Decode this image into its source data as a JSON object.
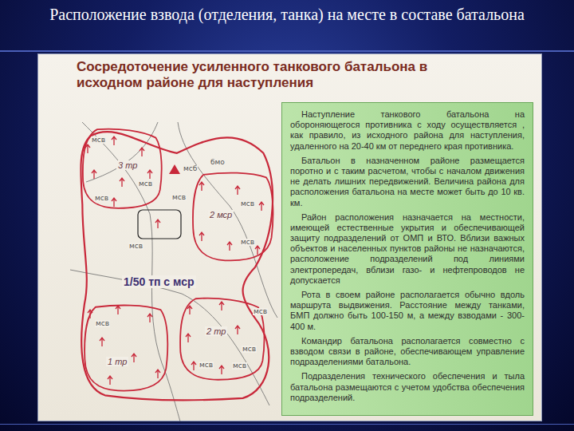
{
  "diagram": {
    "title": "Расположение взвода (отделения, танка) на месте в составе батальона",
    "nodes": [
      {
        "text": [
          "Сосредоточение усиленного танкового батальона в исходном районе для наступления"
        ]
      },
      {
        "text": [
          "1/50 тп с мср"
        ],
        "in": 0
      },
      {
        "text": [
          "3 тр"
        ],
        "in": 1
      },
      {
        "text": [
          "2 мср"
        ],
        "in": 1
      },
      {
        "text": [
          "2 тр"
        ],
        "in": 1
      },
      {
        "text": [
          "1 тр"
        ],
        "in": 1
      },
      {
        "text": [
          "Наступление танкового батальона на обороняющегося противника с ходу осуществляется , как правило, из исходного района для наступления, удаленного на 20-40 км от переднего края противника.",
          "Батальон в назначенном районе размещается поротно и с таким расчетом, чтобы с началом движения не делать лишних передвижений. Величина района для расположения батальона на месте может быть до 10 кв. км.",
          "Район расположения назначается на местности, имеющей естественные укрытия и обеспечивающей защиту подразделений от ОМП и ВТО. Вблизи важных объектов и населенных пунктов районы не назначаются, расположение подразделений под линиями электропередач, вблизи газо- и нефтепроводов не допускается",
          "Рота в своем районе располагается обычно вдоль маршрута выдвижения. Расстояние между танками, БМП должно быть 100-150 м, а между взводами - 300-400 м.",
          "Командир батальона располагается совместно с взводом связи в районе, обеспечивающем управление подразделениями батальона.",
          "Подразделения технического обеспечения и тыла батальона размещаются с учетом удобства обеспечения подразделений."
        ],
        "in": 0
      }
    ],
    "labels": [
      "мсв",
      "мсб",
      "бмо",
      "мсв",
      "мсв",
      "мсв",
      "мсв",
      "мсв",
      "мсв",
      "мсв",
      "мсв",
      "мсв",
      "мсв",
      "мсв"
    ]
  }
}
